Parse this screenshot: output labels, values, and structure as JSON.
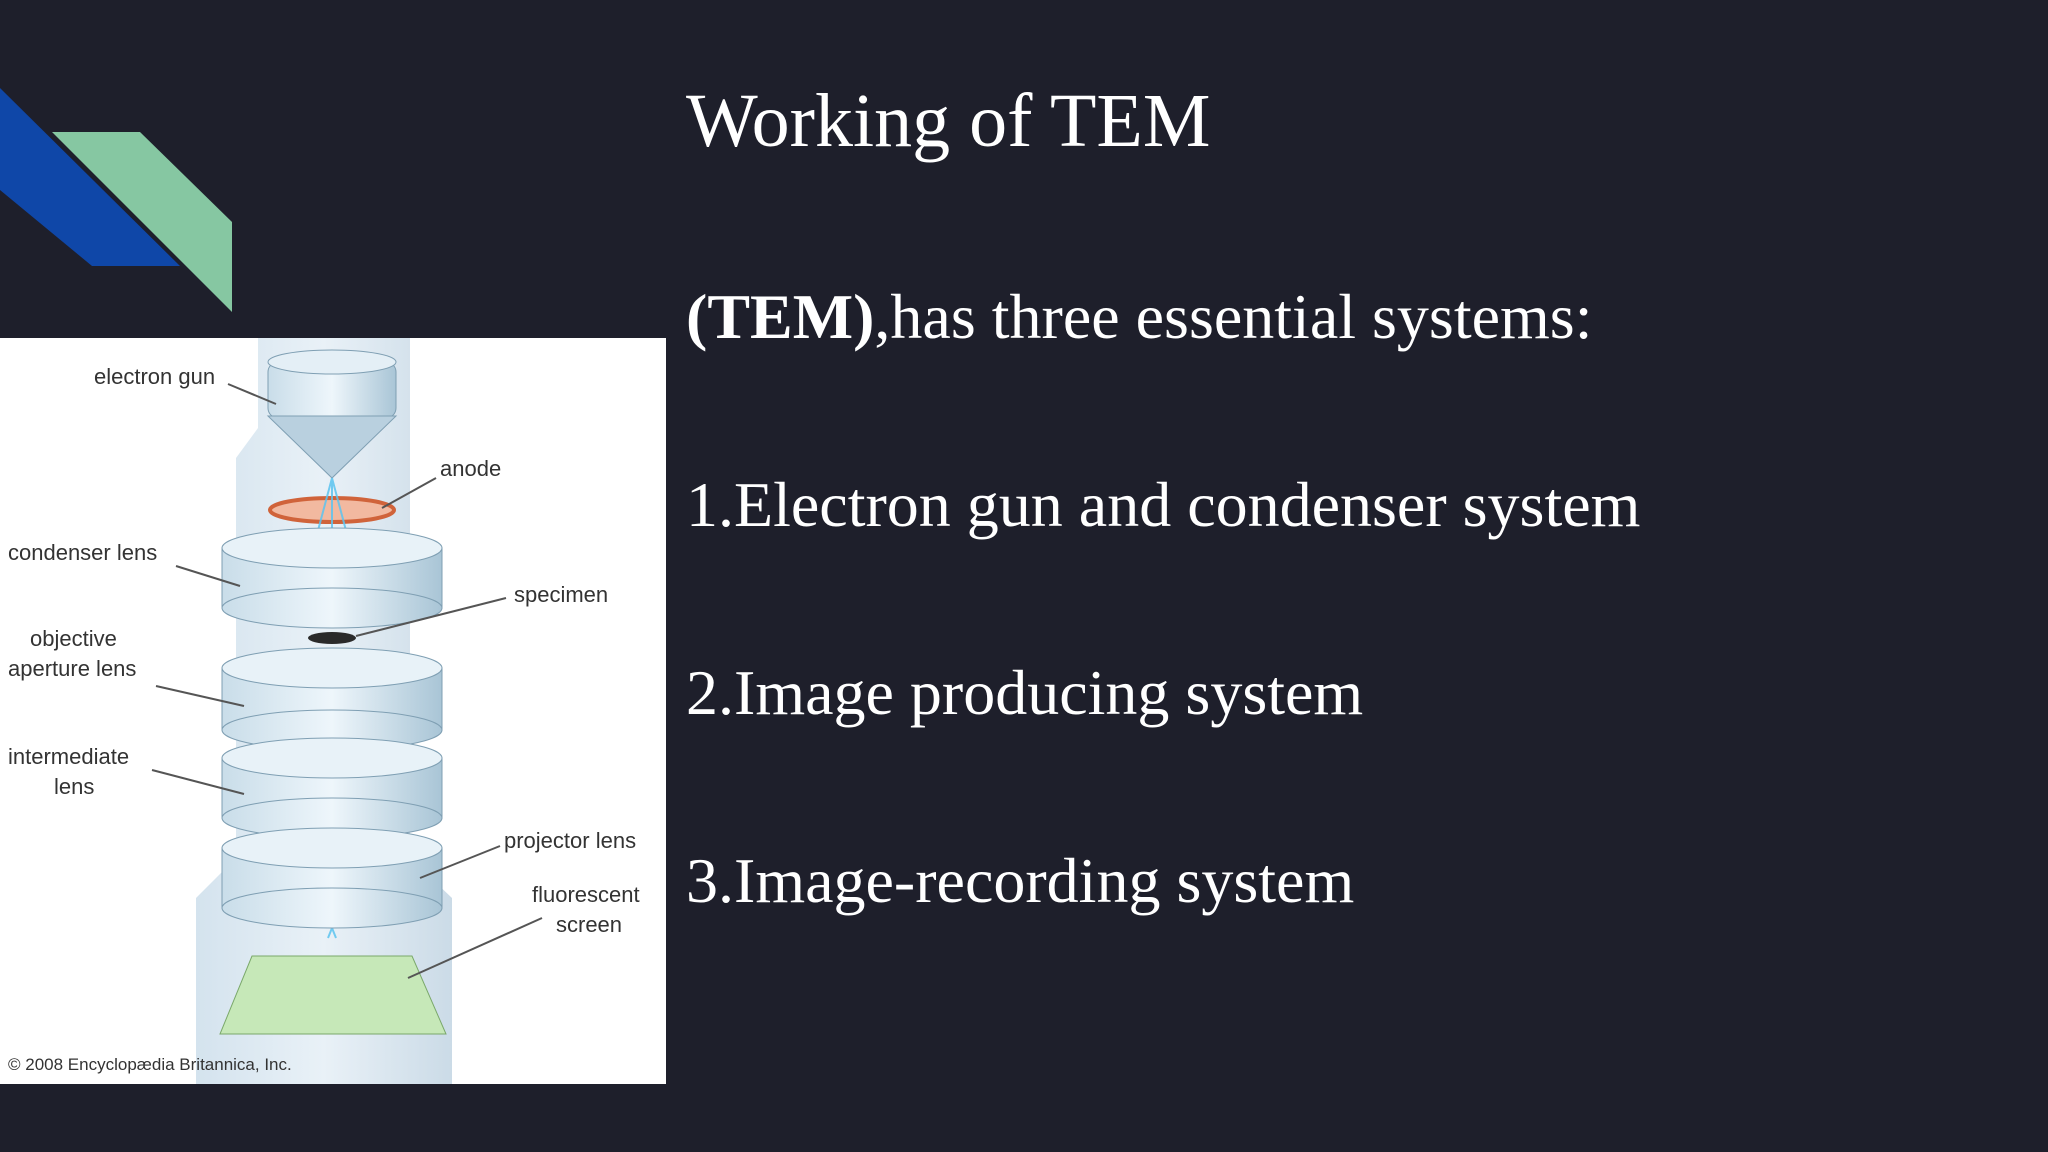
{
  "slide": {
    "title": "Working of TEM",
    "intro_bold": "(TEM)",
    "intro_rest": ",has three essential systems:",
    "items": [
      "1.Electron gun and condenser system",
      "2.Image producing system",
      "3.Image-recording system"
    ]
  },
  "figure": {
    "labels": {
      "electron_gun": "electron gun",
      "anode": "anode",
      "condenser_lens": "condenser lens",
      "specimen": "specimen",
      "objective_1": "objective",
      "objective_2": "aperture lens",
      "intermediate_1": "intermediate",
      "intermediate_2": "lens",
      "projector_lens": "projector lens",
      "fluorescent_1": "fluorescent",
      "fluorescent_2": "screen"
    },
    "copyright": "© 2008 Encyclopædia Britannica, Inc."
  },
  "colors": {
    "background": "#1e1f2b",
    "deco_blue": "#0f47a8",
    "deco_green": "#86c7a2",
    "text": "#ffffff"
  }
}
